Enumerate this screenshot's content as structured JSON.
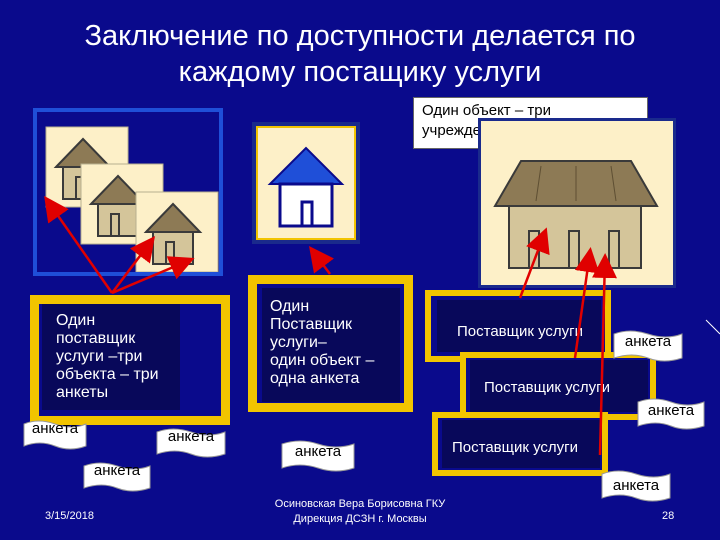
{
  "slide": {
    "title_line1": "Заключение по доступности делается по",
    "title_line2": "каждому постащику услуги",
    "callout_line1": "Один объект – три",
    "callout_line2": "учреждения –три анкеты",
    "left_text": [
      "Один",
      "поставщик",
      "услуги –три",
      "объекта – три",
      "анкеты"
    ],
    "middle_text": [
      "Один",
      "Поставщик",
      "услуги–",
      "один объект –",
      "одна анкета"
    ],
    "provider_label": "Поставщик услуги",
    "form_label": "анкета",
    "footer_date": "3/15/2018",
    "footer_author_line1": "Осиновская Вера Борисовна ГКУ",
    "footer_author_line2": "Дирекция ДСЗН г. Москвы",
    "footer_page": "28"
  },
  "colors": {
    "background": "#0a0a8c",
    "frame_gold": "#f2c400",
    "frame_blue": "#1f4fd8",
    "arrow_red": "#e00000",
    "house_fill": "#d4c59a",
    "house_roof": "#8d7a55"
  }
}
